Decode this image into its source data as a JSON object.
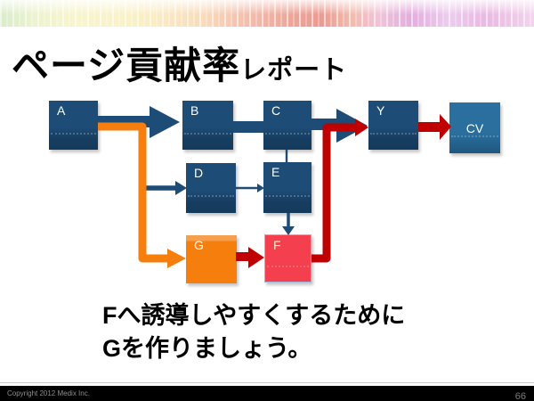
{
  "slide": {
    "title_main": "ページ貢献率",
    "title_sub": "レポート",
    "message_line1": "Fへ誘導しやすくするために",
    "message_line2": "Gを作りましょう。",
    "footer": {
      "copyright": "Copyright 2012 Medix Inc.",
      "page_number": "66"
    }
  },
  "diagram": {
    "nodes": [
      {
        "id": "A",
        "label": "A",
        "color": "#1d4c77"
      },
      {
        "id": "B",
        "label": "B",
        "color": "#1d4c77"
      },
      {
        "id": "C",
        "label": "C",
        "color": "#1d4c77"
      },
      {
        "id": "D",
        "label": "D",
        "color": "#1d4c77"
      },
      {
        "id": "E",
        "label": "E",
        "color": "#1d4c77"
      },
      {
        "id": "G",
        "label": "G",
        "color": "#f57e0d"
      },
      {
        "id": "F",
        "label": "F",
        "color": "#f4404e"
      },
      {
        "id": "Y",
        "label": "Y",
        "color": "#1d4c77"
      },
      {
        "id": "CV",
        "label": "CV",
        "color": "#2a6f9e"
      }
    ],
    "edges": [
      {
        "from": "A",
        "to": "B",
        "style": "thick-arrow",
        "color": "#1d4c77"
      },
      {
        "from": "B",
        "to": "C",
        "style": "thick-connector",
        "color": "#1d4c77"
      },
      {
        "from": "C",
        "to": "Y",
        "style": "thick-arrow",
        "color": "#1d4c77"
      },
      {
        "from": "Y",
        "to": "CV",
        "style": "thick-arrow",
        "color": "#c00000"
      },
      {
        "from": "A",
        "to": "G",
        "style": "elbow-arrow",
        "color": "#f57e0d"
      },
      {
        "from": "A",
        "to": "D",
        "style": "arrow",
        "color": "#1d4c77"
      },
      {
        "from": "D",
        "to": "E",
        "style": "thin-arrow",
        "color": "#1d4c77"
      },
      {
        "from": "C",
        "to": "E",
        "style": "line",
        "color": "#1d4c77"
      },
      {
        "from": "E",
        "to": "F",
        "style": "arrow",
        "color": "#1d4c77"
      },
      {
        "from": "G",
        "to": "F",
        "style": "thick-arrow",
        "color": "#c00000"
      },
      {
        "from": "F",
        "to": "Y",
        "style": "elbow-arrow",
        "color": "#c00000"
      }
    ]
  }
}
